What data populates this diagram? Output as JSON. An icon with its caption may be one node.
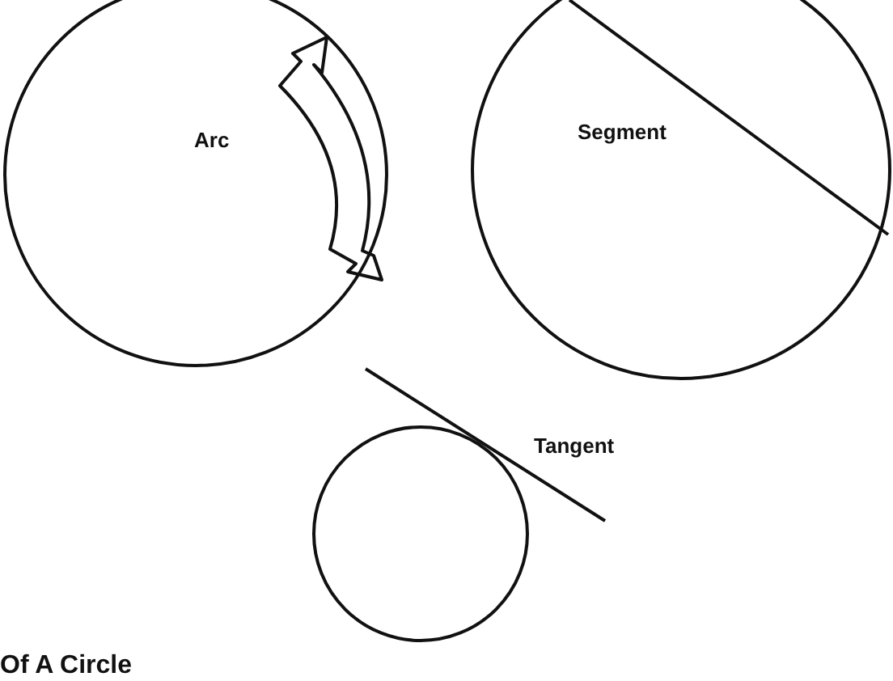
{
  "diagram": {
    "title": "Of A Circle",
    "nodes": [
      {
        "text": [
          "Arc"
        ]
      },
      {
        "text": [
          "Segment"
        ]
      },
      {
        "text": [],
        "shape": "circle",
        "beside": [
          "Tangent"
        ]
      }
    ]
  }
}
